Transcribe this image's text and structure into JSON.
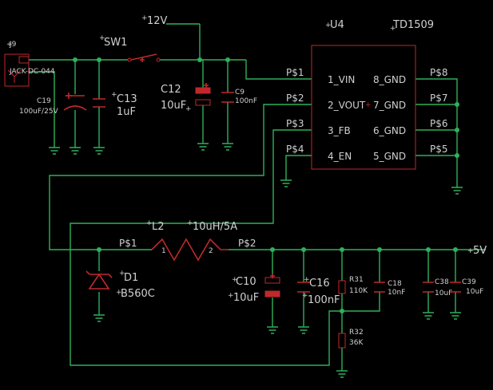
{
  "labels": {
    "net_12v": "12V",
    "net_5v": "5V",
    "j9_ref": "J9",
    "j9_value": "JACK-DC-044",
    "sw1_ref": "SW1",
    "c19_ref": "C19",
    "c19_value": "100uF/25V",
    "c13_ref": "C13",
    "c13_value": "1uF",
    "c12_ref": "C12",
    "c12_value": "10uF",
    "c9_ref": "C9",
    "c9_value": "100nF",
    "u4_ref": "U4",
    "u4_value": "TD1509",
    "pin_1": "1_VIN",
    "pin_2": "2_VOUT",
    "pin_3": "3_FB",
    "pin_4": "4_EN",
    "pin_8": "8_GND",
    "pin_7": "7_GND",
    "pin_6": "6_GND",
    "pin_5": "5_GND",
    "p1_left": "P$1",
    "p2_left": "P$2",
    "p3_left": "P$3",
    "p4_left": "P$4",
    "p8_right": "P$8",
    "p7_right": "P$7",
    "p6_right": "P$6",
    "p5_right": "P$5",
    "l2_ref": "L2",
    "l2_value": "10uH/5A",
    "l2_p1": "P$1",
    "l2_p2": "P$2",
    "l2_n1": "1",
    "l2_n2": "2",
    "d1_ref": "D1",
    "d1_value": "B560C",
    "c10_ref": "C10",
    "c10_value": "10uF",
    "c16_ref": "C16",
    "c16_value": "100nF",
    "r31_ref": "R31",
    "r31_value": "110K",
    "c18_ref": "C18",
    "c18_value": "10nF",
    "c38_ref": "C38",
    "c38_value": "10uF",
    "c39_ref": "C39",
    "c39_value": "10uF",
    "r32_ref": "R32",
    "r32_value": "36K"
  },
  "colors": {
    "background": "#000000",
    "wire": "#2fb05a",
    "component": "#c0282c",
    "text": "#d0d0d0"
  }
}
